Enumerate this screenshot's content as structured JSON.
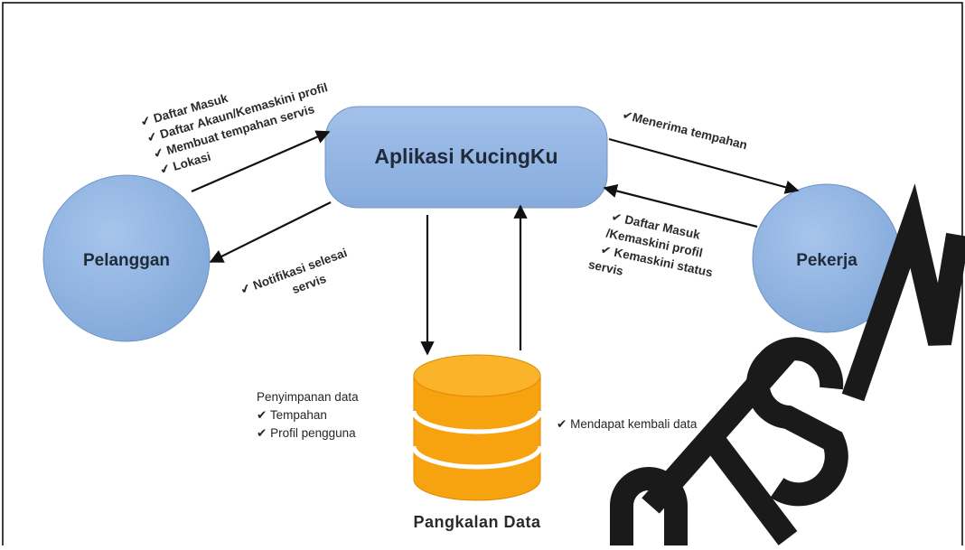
{
  "diagram": {
    "colors": {
      "node_fill": "#8fb3e0",
      "node_stroke": "#6f94c4",
      "db_fill": "#f7a30f",
      "db_stroke": "#e08a00",
      "arrow": "#111111",
      "border": "#000000"
    },
    "nodes": {
      "app": "Aplikasi KucingKu",
      "customer": "Pelanggan",
      "worker": "Pekerja",
      "database": "Pangkalan Data"
    },
    "customer_to_app": {
      "items": [
        "Daftar Masuk",
        "Daftar Akaun/Kemaskini profil",
        "Membuat tempahan servis",
        "Lokasi"
      ]
    },
    "app_to_customer": {
      "line1": "Notifikasi selesai",
      "line2": "servis"
    },
    "app_to_worker": {
      "label": "Menerima tempahan"
    },
    "worker_to_app": {
      "line1": "Daftar Masuk",
      "line2": "/Kemaskini profil",
      "line3": "Kemaskini status",
      "line4": "servis"
    },
    "app_to_db": {
      "title": "Penyimpanan data",
      "items": [
        "Tempahan",
        "Profil pengguna"
      ]
    },
    "db_to_app": {
      "label": "Mendapat kembali data"
    },
    "check_glyph": "✔",
    "watermark": "UTSM"
  }
}
